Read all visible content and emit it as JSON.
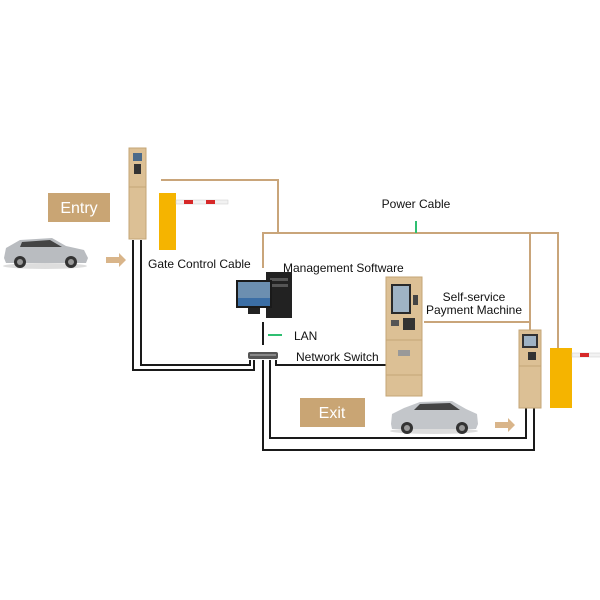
{
  "labels": {
    "entry": "Entry",
    "exit": "Exit",
    "power_cable": "Power Cable",
    "gate_control_cable": "Gate Control Cable",
    "management_software": "Management Software",
    "payment_machine_line1": "Self-service",
    "payment_machine_line2": "Payment Machine",
    "lan": "LAN",
    "network_switch": "Network Switch"
  },
  "colors": {
    "label_box": "#c9a574",
    "power_cable": "#c9a57a",
    "network_cable": "#1a1a1a",
    "marker": "#2fbf71",
    "barrier": "#f5b400",
    "pillar": "#dcc095"
  }
}
